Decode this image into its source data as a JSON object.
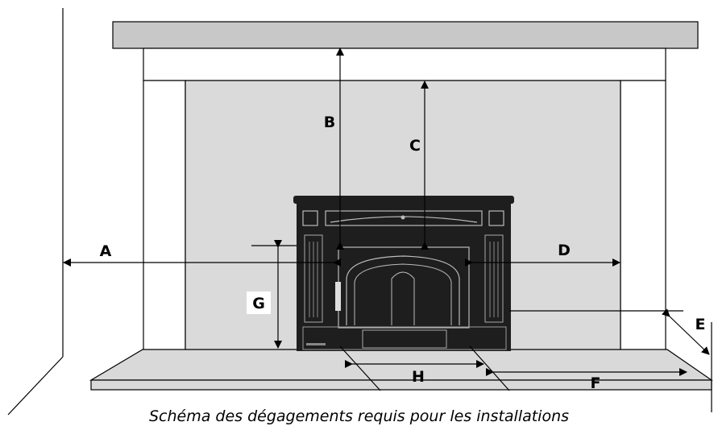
{
  "labels": {
    "a": "A",
    "b": "B",
    "c": "C",
    "d": "D",
    "e": "E",
    "f": "F",
    "g": "G",
    "h": "H"
  },
  "caption": "Schéma des dégagements requis pour les installations",
  "colors": {
    "mantel": "#c8c8c8",
    "firebox": "#dadada",
    "hearth": "#d9d9d9",
    "frame": "#ffffff",
    "stove": "#1e1e1e",
    "line": "#000000"
  }
}
